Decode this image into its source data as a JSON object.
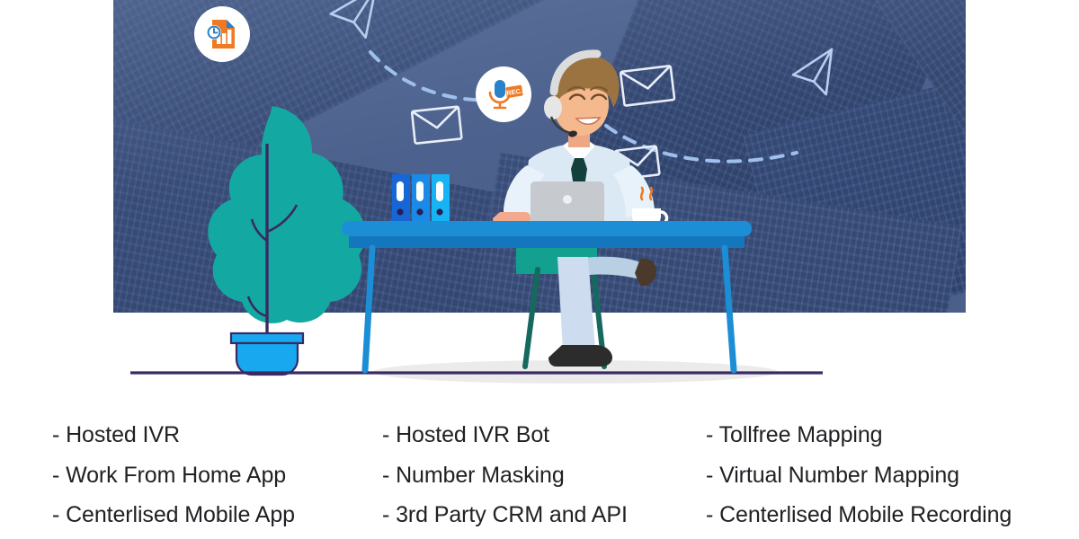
{
  "illustration": {
    "alt": "call center agent at desk with headset and laptop in front of glass skyscrapers",
    "badges": [
      {
        "name": "report-clock-badge",
        "icon": "document-chart-clock-icon",
        "label": ""
      },
      {
        "name": "voice-recording-badge",
        "icon": "microphone-rec-icon",
        "label": "REC."
      }
    ],
    "scene_items": [
      "paper-plane",
      "paper-plane",
      "envelope",
      "envelope",
      "envelope",
      "potted-plant",
      "binders",
      "laptop",
      "coffee-cup",
      "desk",
      "chair",
      "agent"
    ],
    "colors": {
      "sky": "#51658f",
      "tower_dark": "#2b4170",
      "desk_blue": "#1b8ed6",
      "plant_teal": "#13a9a2",
      "pot_blue": "#17a8ef",
      "accent_orange": "#f07a23",
      "line_purple": "#3b2a62",
      "shirt": "#dbe9f4",
      "trouser": "#b9cfe4",
      "tie": "#13403a",
      "hair": "#9b7340",
      "skin": "#f5b98e"
    }
  },
  "features": {
    "columns": [
      {
        "name": "features-column-1",
        "items": [
          "- Hosted IVR",
          "- Work From Home App",
          "- Centerlised Mobile App"
        ]
      },
      {
        "name": "features-column-2",
        "items": [
          "- Hosted IVR Bot",
          "- Number Masking",
          "- 3rd Party CRM and API"
        ]
      },
      {
        "name": "features-column-3",
        "items": [
          "- Tollfree Mapping",
          "- Virtual Number Mapping",
          "- Centerlised Mobile Recording"
        ]
      }
    ]
  }
}
